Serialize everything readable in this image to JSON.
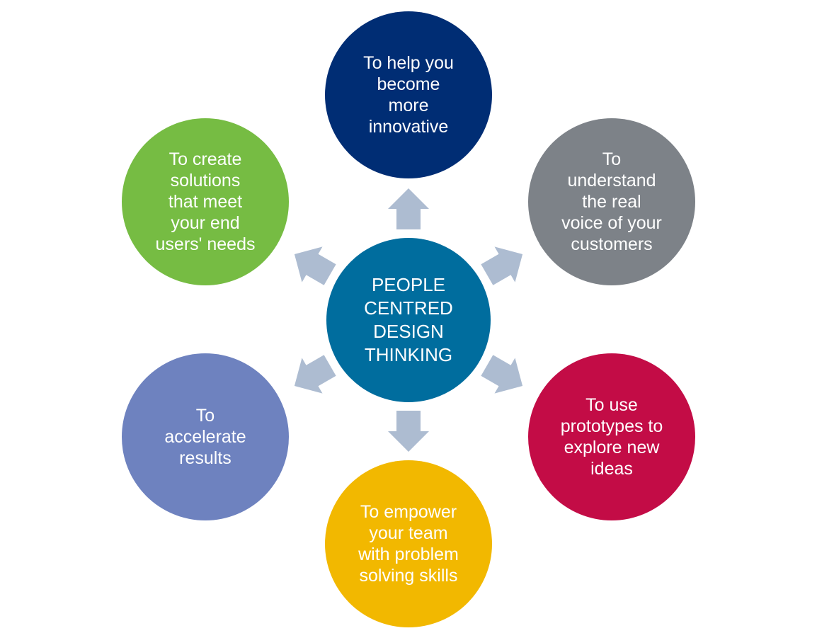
{
  "center": {
    "label": "PEOPLE\nCENTRED\nDESIGN\nTHINKING",
    "color": "#006d9e"
  },
  "nodes": [
    {
      "id": "top",
      "label": "To help you\nbecome\nmore\ninnovative",
      "color": "#002d74"
    },
    {
      "id": "tr",
      "label": "To\nunderstand\nthe real\nvoice of your\ncustomers",
      "color": "#7d8288"
    },
    {
      "id": "br",
      "label": "To use\nprototypes to\nexplore new\nideas",
      "color": "#c30c46"
    },
    {
      "id": "bottom",
      "label": "To empower\nyour team\nwith problem\nsolving skills",
      "color": "#f2b800"
    },
    {
      "id": "bl",
      "label": "To\naccelerate\nresults",
      "color": "#6e82bf"
    },
    {
      "id": "tl",
      "label": "To create\nsolutions\nthat meet\nyour end\nusers' needs",
      "color": "#76bc43"
    }
  ],
  "arrow_color": "#adbcd1"
}
